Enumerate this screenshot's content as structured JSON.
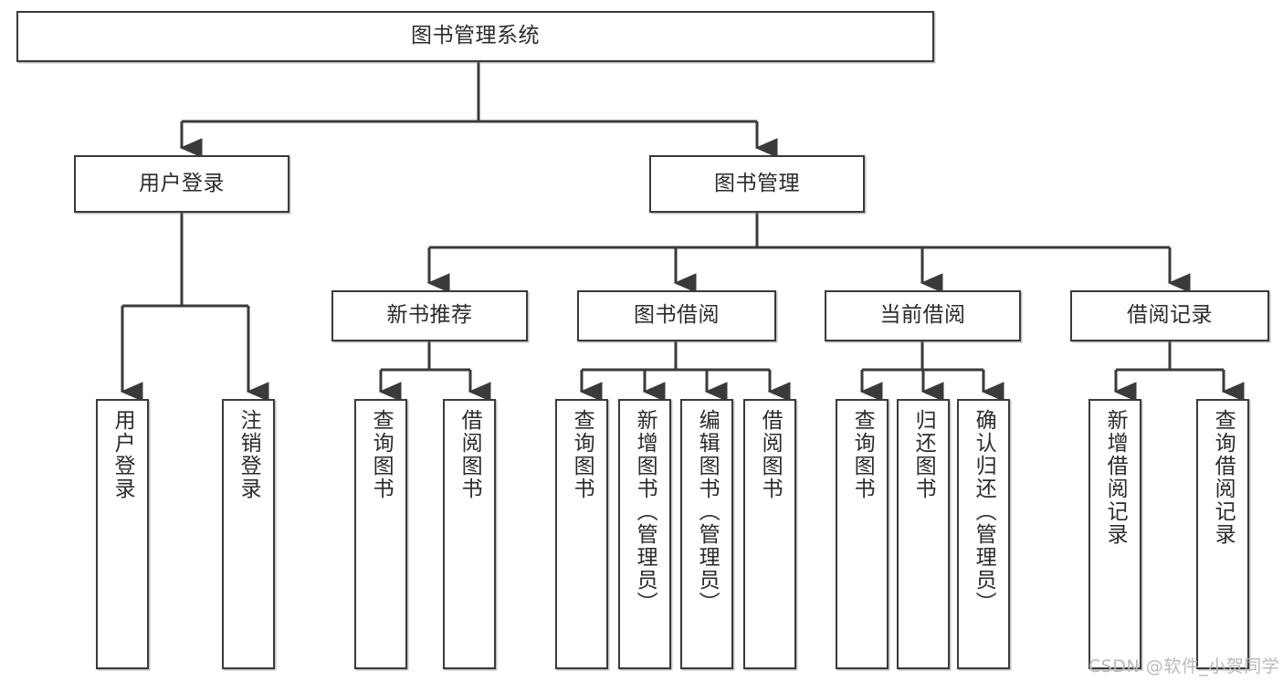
{
  "diagram": {
    "title": "图书管理系统",
    "type": "tree-hierarchy-diagram",
    "colors": {
      "stroke": "#3a3a3a",
      "box_fill": "#ffffff",
      "text": "#2b2b2b",
      "watermark": "#b9b9b9",
      "background": "#ffffff"
    },
    "root": {
      "label": "图书管理系统"
    },
    "level2": [
      {
        "label": "用户登录"
      },
      {
        "label": "图书管理"
      }
    ],
    "level3": [
      {
        "label": "新书推荐"
      },
      {
        "label": "图书借阅"
      },
      {
        "label": "当前借阅"
      },
      {
        "label": "借阅记录"
      }
    ],
    "leaves": {
      "user_login": [
        {
          "label": "用户登录"
        },
        {
          "label": "注销登录"
        }
      ],
      "new_book_recommend": [
        {
          "label": "查询图书"
        },
        {
          "label": "借阅图书"
        }
      ],
      "book_borrow": [
        {
          "label": "查询图书"
        },
        {
          "label": "新增图书（管理员）"
        },
        {
          "label": "编辑图书（管理员）"
        },
        {
          "label": "借阅图书"
        }
      ],
      "current_borrow": [
        {
          "label": "查询图书"
        },
        {
          "label": "归还图书"
        },
        {
          "label": "确认归还（管理员）"
        }
      ],
      "borrow_record": [
        {
          "label": "新增借阅记录"
        },
        {
          "label": "查询借阅记录"
        }
      ]
    },
    "watermark": "CSDN @软件_小贺同学"
  }
}
